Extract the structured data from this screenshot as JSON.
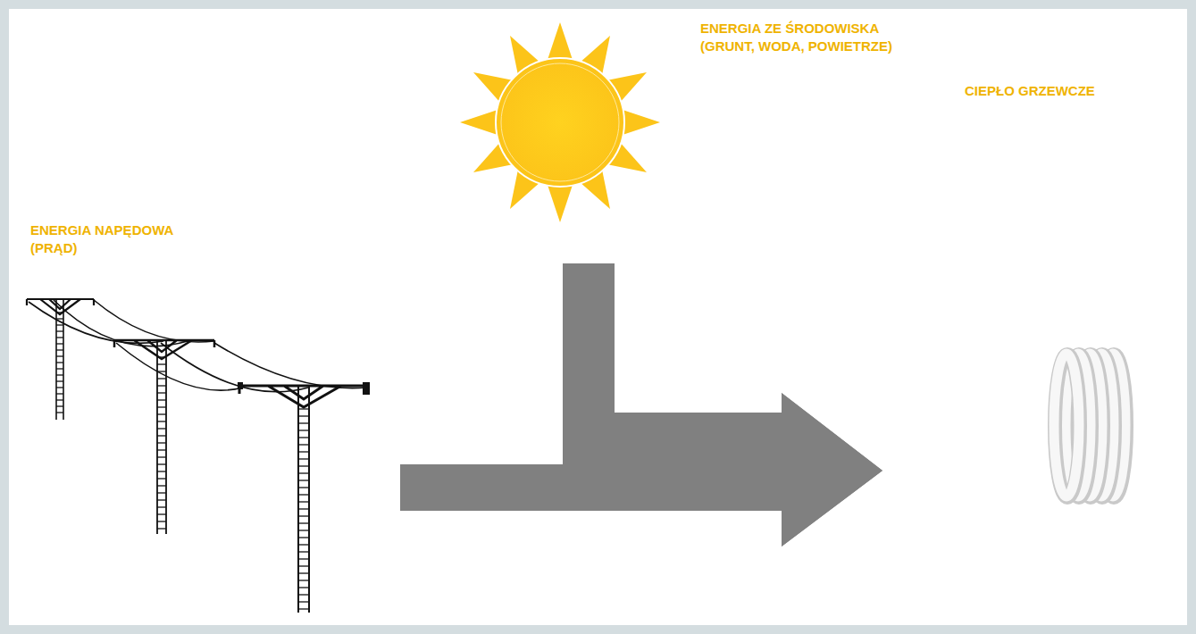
{
  "diagram": {
    "nodes": [
      {
        "text": [
          "ENERGIA NAPĘDOWA (PRĄD)"
        ]
      },
      {
        "text": [
          "ENERGIA ZE ŚRODOWISKA (GRUNT, WODA, POWIETRZE)"
        ]
      },
      {
        "text": [
          "CIEPŁO GRZEWCZE"
        ]
      }
    ],
    "edges": [
      {
        "from": 0,
        "to": 2,
        "arrow": "to"
      },
      {
        "from": 1,
        "to": 2,
        "arrow": "to"
      }
    ]
  }
}
